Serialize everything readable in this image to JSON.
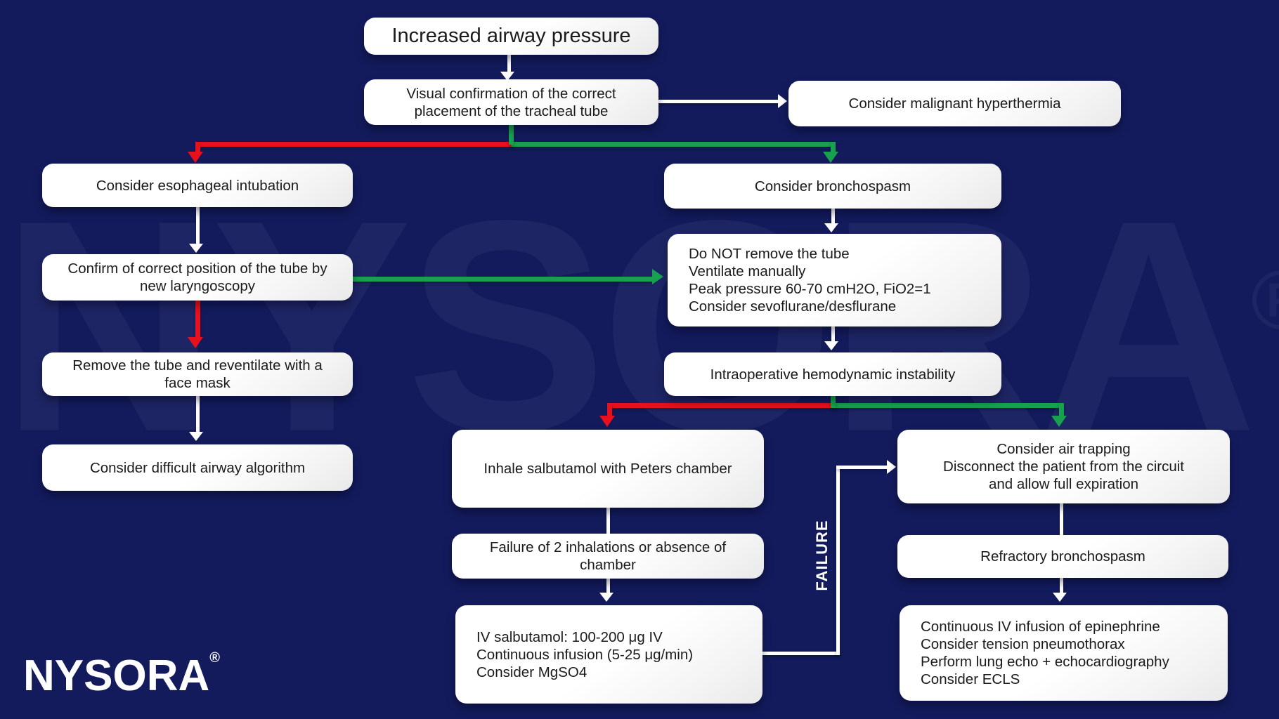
{
  "page": {
    "background": "#131b5d",
    "watermark_text": "NYSORA",
    "watermark_reg": "®"
  },
  "colors": {
    "background": "#131b5d",
    "box_background": "#ffffff",
    "box_text": "#1b1b1b",
    "white_connector": "#ffffff",
    "red_connector": "#e8101c",
    "green_connector": "#17a04e"
  },
  "logo": {
    "text": "NYSORA",
    "registered": "®"
  },
  "labels": {
    "failure": "FAILURE"
  },
  "boxes": {
    "increased_airway": {
      "lines": [
        "Increased airway pressure"
      ]
    },
    "visual_confirmation": {
      "lines": [
        "Visual confirmation of the correct",
        "placement of the tracheal tube"
      ]
    },
    "malignant_hyperthermia": {
      "lines": [
        "Consider malignant hyperthermia"
      ]
    },
    "esophageal_intubation": {
      "lines": [
        "Consider esophageal intubation"
      ]
    },
    "bronchospasm": {
      "lines": [
        "Consider bronchospasm"
      ]
    },
    "confirm_position": {
      "lines": [
        "Confirm of correct position of the tube by",
        "new laryngoscopy"
      ]
    },
    "do_not_remove": {
      "lines": [
        "Do NOT remove the tube",
        "Ventilate manually",
        "Peak pressure 60-70 cmH2O, FiO2=1",
        "Consider sevoflurane/desflurane"
      ]
    },
    "remove_tube": {
      "lines": [
        "Remove the tube and reventilate with a",
        "face mask"
      ]
    },
    "intraoperative": {
      "lines": [
        "Intraoperative hemodynamic instability"
      ]
    },
    "difficult_airway": {
      "lines": [
        "Consider difficult airway algorithm"
      ]
    },
    "inhale_salbutamol": {
      "lines": [
        "Inhale salbutamol with Peters chamber"
      ]
    },
    "air_trapping": {
      "lines": [
        "Consider air trapping",
        "Disconnect the patient from the circuit",
        "and allow full expiration"
      ]
    },
    "failure_inhalations": {
      "lines": [
        "Failure of 2 inhalations or absence of",
        "chamber"
      ]
    },
    "refractory": {
      "lines": [
        "Refractory bronchospasm"
      ]
    },
    "iv_salbutamol": {
      "lines": [
        "IV salbutamol: 100-200 μg IV",
        "Continuous infusion (5-25 μg/min)",
        "Consider MgSO4"
      ]
    },
    "continuous_iv": {
      "lines": [
        "Continuous IV infusion of epinephrine",
        "Consider tension pneumothorax",
        "Perform lung echo + echocardiography",
        "Consider ECLS"
      ]
    }
  }
}
